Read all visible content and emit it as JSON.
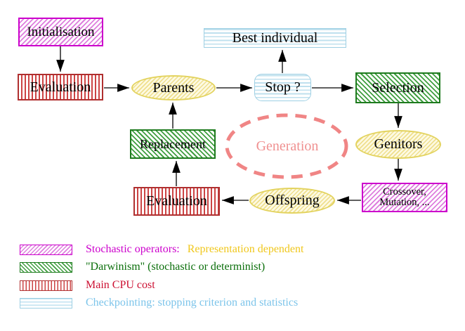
{
  "nodes": {
    "initialisation": {
      "label": "Initialisation"
    },
    "evaluation_top": {
      "label": "Evaluation"
    },
    "parents": {
      "label": "Parents"
    },
    "best_individual": {
      "label": "Best individual"
    },
    "stop": {
      "label": "Stop ?"
    },
    "selection": {
      "label": "Selection"
    },
    "genitors": {
      "label": "Genitors"
    },
    "crossover_mutation": {
      "line1": "Crossover,",
      "line2": "Mutation, ..."
    },
    "offspring": {
      "label": "Offspring"
    },
    "evaluation_bottom": {
      "label": "Evaluation"
    },
    "replacement": {
      "label": "Replacement"
    },
    "generation": {
      "label": "Generation"
    }
  },
  "legend": {
    "items": [
      {
        "name": "stochastic-operators",
        "text": "Stochastic operators:",
        "text2": "Representation dependent"
      },
      {
        "name": "darwinism",
        "text": "\"Darwinism\" (stochastic or determinist)"
      },
      {
        "name": "main-cpu-cost",
        "text": "Main CPU cost"
      },
      {
        "name": "checkpointing",
        "text": "Checkpointing: stopping criterion and statistics"
      }
    ]
  },
  "palette": {
    "magenta_border": "#cc00cc",
    "magenta_hatch": "#de7ede",
    "red_border": "#b03030",
    "red_stripe": "#cc4444",
    "red_text": "#cc1133",
    "green_border": "#1e7b1e",
    "green_hatch": "#3f9e3f",
    "green_text": "#0a6e0a",
    "cyan_border": "#9fd0e4",
    "cyan_stripe": "#bfe0ee",
    "cyan_text": "#7cc4ea",
    "yellow_border": "#e3d35f",
    "yellow_hatch": "#efdf8e",
    "yellow_text": "#f0c71c",
    "salmon": "#f08585",
    "arrow": "#000000"
  }
}
